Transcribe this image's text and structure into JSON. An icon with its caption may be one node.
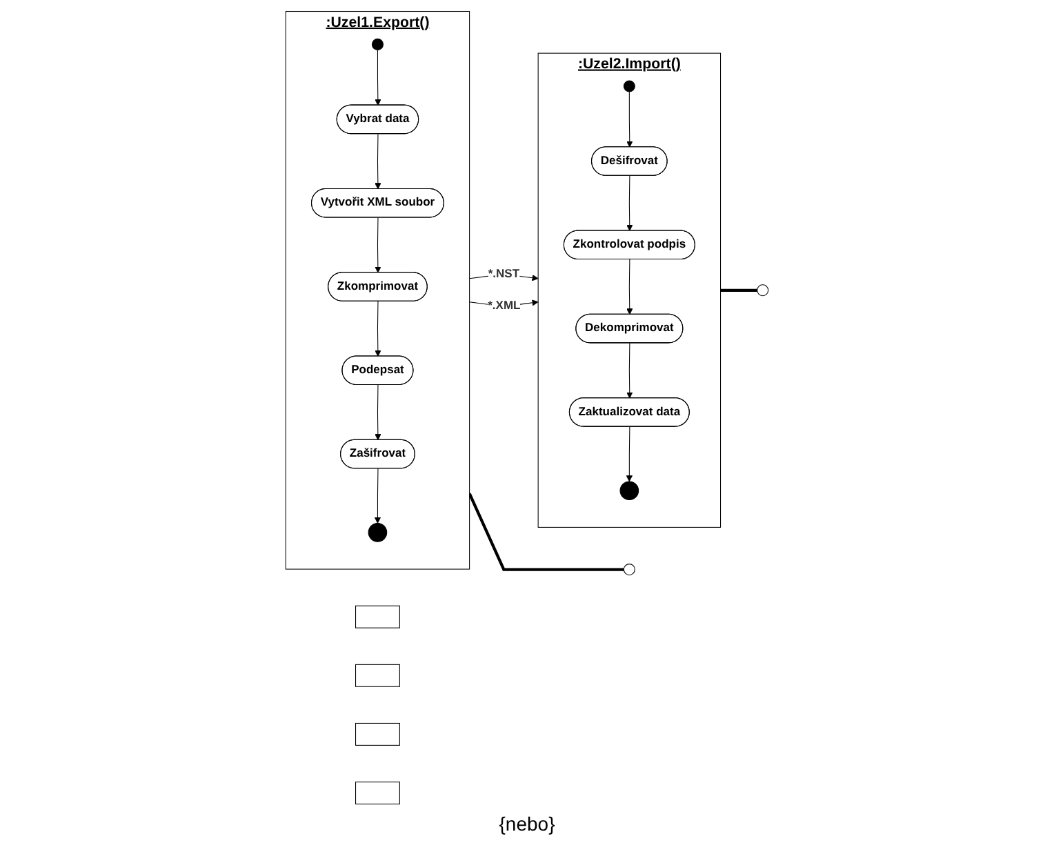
{
  "diagram": {
    "nodes": [
      {
        "text": [
          ":Uzel1.Export()"
        ]
      },
      {
        "text": [],
        "shape": "box"
      },
      {
        "text": [],
        "shape": "box"
      },
      {
        "text": [],
        "shape": "circle",
        "in": 0
      },
      {
        "text": [
          "Vybrat data"
        ],
        "in": 0
      },
      {
        "text": [
          "Vytvořit XML soubor"
        ],
        "in": 0
      },
      {
        "text": [
          "Zkomprimovat"
        ],
        "in": 0
      },
      {
        "text": [
          "Podepsat"
        ],
        "in": 0
      },
      {
        "text": [
          "Zašifrovat"
        ],
        "in": 0
      },
      {
        "text": [],
        "shape": "circle",
        "in": 0
      },
      {
        "text": [
          ":Uzel2.Import()"
        ]
      },
      {
        "text": [],
        "shape": "box"
      },
      {
        "text": [],
        "shape": "box"
      },
      {
        "text": [],
        "shape": "circle",
        "in": 10
      },
      {
        "text": [
          "Dešifrovat"
        ],
        "in": 10
      },
      {
        "text": [
          "Zkontrolovat podpis"
        ],
        "in": 10
      },
      {
        "text": [
          "Dekomprimovat"
        ],
        "in": 10
      },
      {
        "text": [
          "Zaktualizovat data"
        ],
        "in": 10
      },
      {
        "text": [],
        "shape": "circle",
        "in": 10
      },
      {
        "text": [],
        "shape": "circle"
      },
      {
        "text": [],
        "shape": "circle"
      }
    ],
    "edges": [
      {
        "from": 3,
        "to": 4,
        "arrow": "to"
      },
      {
        "from": 4,
        "to": 5,
        "arrow": "to"
      },
      {
        "from": 5,
        "to": 6,
        "arrow": "to"
      },
      {
        "from": 6,
        "to": 7,
        "arrow": "to"
      },
      {
        "from": 7,
        "to": 8,
        "arrow": "to"
      },
      {
        "from": 8,
        "to": 9,
        "arrow": "to"
      },
      {
        "from": 13,
        "to": 14,
        "arrow": "to"
      },
      {
        "from": 14,
        "to": 15,
        "arrow": "to"
      },
      {
        "from": 15,
        "to": 16,
        "arrow": "to"
      },
      {
        "from": 16,
        "to": 17,
        "arrow": "to"
      },
      {
        "from": 17,
        "to": 18,
        "arrow": "to"
      },
      {
        "from": 0,
        "to": 10,
        "arrow": "to",
        "label": "*.NST"
      },
      {
        "from": 0,
        "to": 10,
        "arrow": "to",
        "label": "*.XML"
      },
      {
        "from": 0,
        "to": 19,
        "arrow": "none",
        "style": "thick"
      },
      {
        "from": 10,
        "to": 20,
        "arrow": "none",
        "style": "thick"
      }
    ],
    "labels": [
      "{nebo}"
    ]
  }
}
